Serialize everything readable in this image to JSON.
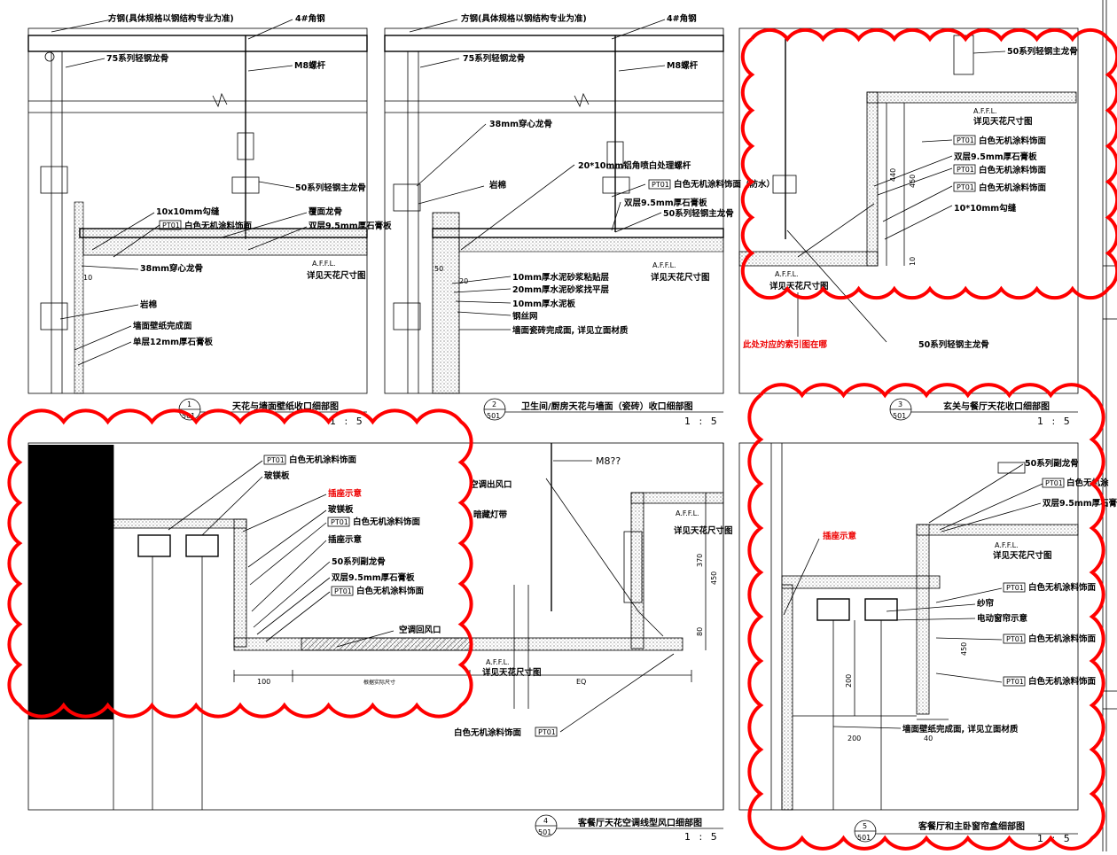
{
  "colors": {
    "markup_cloud": "#ff0000",
    "line": "#000000",
    "annotation_red": "#e00000",
    "panel4_block": "#000000"
  },
  "tag_code": "PT01",
  "panels": [
    {
      "title": "天花与墙面壁纸收口细部图",
      "number": "1",
      "sheet": "501",
      "scale": "1 : 5",
      "labels": {
        "square_steel": "方钢(具体规格以钢结构专业为准)",
        "angle_steel": "4#角钢",
        "stud": "75系列轻钢龙骨",
        "rod": "M8螺杆",
        "main_keel": "50系列轻钢主龙骨",
        "groove": "10x10mm勾缝",
        "coating": "白色无机涂料饰面",
        "cover_keel": "覆面龙骨",
        "gypsum_double": "双层9.5mm厚石膏板",
        "core_keel": "38mm穿心龙骨",
        "afl": "A.F.F.L.",
        "afl_note": "详见天花尺寸图",
        "rockwool": "岩棉",
        "wallpaper": "墙面壁纸完成面",
        "gypsum_single": "单层12mm厚石膏板",
        "dim_10": "10"
      }
    },
    {
      "title": "卫生间/厨房天花与墙面（瓷砖）收口细部图",
      "number": "2",
      "sheet": "501",
      "scale": "1 : 5",
      "labels": {
        "square_steel": "方钢(具体规格以钢结构专业为准)",
        "angle_steel": "4#角钢",
        "stud": "75系列轻钢龙骨",
        "rod": "M8螺杆",
        "core_keel": "38mm穿心龙骨",
        "al_rod": "20*10mm铝角喷白处理螺杆",
        "rockwool": "岩棉",
        "coating_wp": "白色无机涂料饰面（防水）",
        "gypsum_double": "双层9.5mm厚石膏板",
        "main_keel": "50系列轻钢主龙骨",
        "afl": "A.F.F.L.",
        "afl_note": "详见天花尺寸图",
        "mortar_10": "10mm厚水泥砂浆粘贴层",
        "mortar_20": "20mm厚水泥砂浆找平层",
        "cement_board": "10mm厚水泥板",
        "mesh": "钢丝网",
        "tile_finish": "墙面瓷砖完成面, 详见立面材质",
        "dim_50": "50",
        "dim_20": "20"
      }
    },
    {
      "title": "玄关与餐厅天花收口细部图",
      "number": "3",
      "sheet": "501",
      "scale": "1 : 5",
      "labels": {
        "main_keel": "50系列轻钢主龙骨",
        "afl": "A.F.F.L.",
        "afl_note": "详见天花尺寸图",
        "coating": "白色无机涂料饰面",
        "gypsum_double": "双层9.5mm厚石膏板",
        "groove": "10*10mm勾缝",
        "red_note": "此处对应的索引图在哪",
        "main_keel_bottom": "50系列轻钢主龙骨",
        "dim_440": "440",
        "dim_450": "450",
        "dim_10": "10"
      }
    },
    {
      "title": "客餐厅天花空调线型风口细部图",
      "number": "4",
      "sheet": "501",
      "scale": "1 : 5",
      "labels": {
        "coating": "白色无机涂料饰面",
        "plywood": "玻镁板",
        "socket_red": "插座示意",
        "socket": "插座示意",
        "sub_keel": "50系列副龙骨",
        "gypsum_double": "双层9.5mm厚石膏板",
        "return_vent": "空调回风口",
        "supply_vent": "空调出风口",
        "light_strip": "暗藏灯带",
        "m8": "M8??",
        "afl": "A.F.F.L.",
        "afl_note": "详见天花尺寸图",
        "dim_370": "370",
        "dim_450": "450",
        "dim_80": "80",
        "dim_100": "100",
        "dim_mid": "根据实际尺寸",
        "dim_eq": "EQ"
      }
    },
    {
      "title": "客餐厅和主卧窗帘盒细部图",
      "number": "5",
      "sheet": "501",
      "scale": "1 : 5",
      "labels": {
        "sub_keel": "50系列副龙骨",
        "coating": "白色无机涂",
        "gypsum_double": "双层9.5mm厚石膏",
        "socket_red": "插座示意",
        "afl": "A.F.F.L.",
        "afl_note": "详见天花尺寸图",
        "coating_full": "白色无机涂料饰面",
        "curtain": "纱帘",
        "motor": "电动窗帘示意",
        "wallpaper": "墙面壁纸完成面, 详见立面材质",
        "dim_200a": "200",
        "dim_450": "450",
        "dim_200b": "200",
        "dim_40": "40"
      }
    }
  ]
}
